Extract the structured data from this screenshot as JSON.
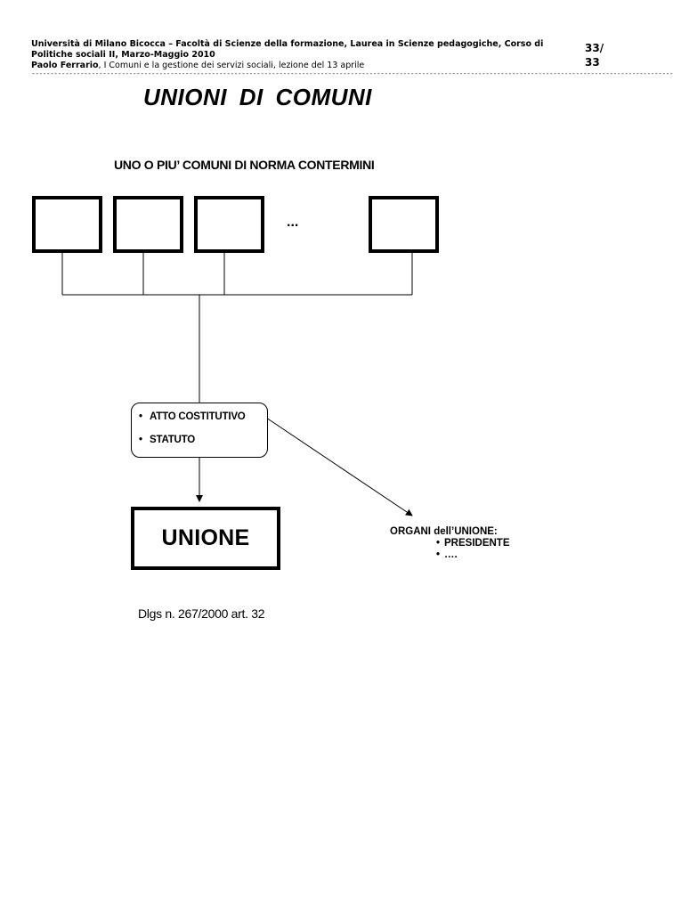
{
  "header": {
    "line1": "Università di Milano Bicocca – Facoltà di Scienze della formazione, Laurea in Scienze pedagogiche, Corso di",
    "line2": "Politiche sociali II, Marzo-Maggio 2010",
    "author": "Paolo Ferrario",
    "line3_rest": ", I Comuni e la gestione dei servizi sociali, lezione del 13 aprile",
    "page_number": "33/",
    "page_total": "33",
    "rule": "---------------------------------------------------------------------------------------------------------------------------------------------------------------------------"
  },
  "diagram": {
    "title": "UNIONI  DI  COMUNI",
    "subtitle": "UNO O PIU’ COMUNI DI NORMA CONTERMINI",
    "ellipsis": "...",
    "atto_items": [
      "ATTO COSTITUTIVO",
      "STATUTO"
    ],
    "bullet": "•",
    "unione_label": "UNIONE",
    "organi_title": "ORGANI dell’UNIONE:",
    "organi_items": [
      "PRESIDENTE",
      "…."
    ],
    "reference": "Dlgs n. 267/2000 art. 32"
  }
}
